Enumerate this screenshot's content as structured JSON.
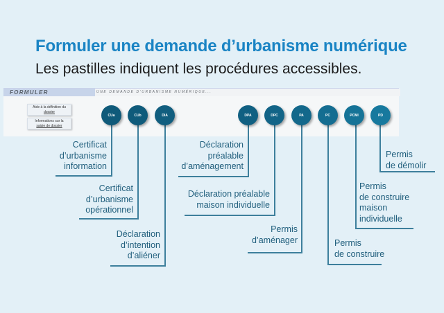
{
  "header": {
    "title": "Formuler une demande d’urbanisme numérique",
    "subtitle": "Les pastilles indiquent les procédures accessibles."
  },
  "panel": {
    "section_label": "FORMULER",
    "section_caption": "UNE DEMANDE D'URBANISME NUMÉRIQUE...",
    "buttons": [
      {
        "line1": "Aide à la définition du",
        "line2": "dossier"
      },
      {
        "line1": "Informations sur la",
        "line2": "saisie de dossier"
      }
    ]
  },
  "procedures": [
    {
      "code": "CUa",
      "label": "Certificat\nd’urbanisme\ninformation",
      "color": "#0f5a7a"
    },
    {
      "code": "CUb",
      "label": "Certificat\nd’urbanisme\nopérationnel",
      "color": "#0f5b7b"
    },
    {
      "code": "DIA",
      "label": "Déclaration\nd’intention\nd’aliéner",
      "color": "#115e7f"
    },
    {
      "code": "DPA",
      "label": "Déclaration\npréalable\nd’aménagement",
      "color": "#106082"
    },
    {
      "code": "DPC",
      "label": "Déclaration préalable\nmaison individuelle",
      "color": "#126487"
    },
    {
      "code": "PA",
      "label": "Permis\nd’aménager",
      "color": "#13688b"
    },
    {
      "code": "PC",
      "label": "Permis\nde construire",
      "color": "#146d91"
    },
    {
      "code": "PCMI",
      "label": "Permis\nde construire\nmaison\nindividuelle",
      "color": "#157397"
    },
    {
      "code": "PD",
      "label": "Permis\nde démolir",
      "color": "#17799e"
    }
  ],
  "colors": {
    "title": "#1a84c4",
    "background": "#e3f0f7",
    "connector": "#3d7f9c",
    "label_text": "#215f7d"
  }
}
